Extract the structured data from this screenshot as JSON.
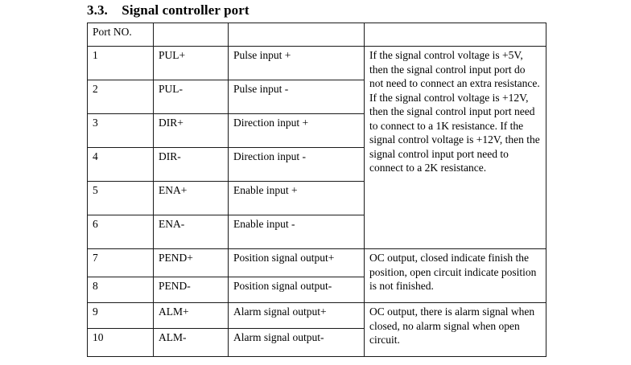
{
  "heading": {
    "number": "3.3.",
    "title": "Signal controller port",
    "full": "3.3.    Signal controller port"
  },
  "table": {
    "headers": [
      "Port NO.",
      "",
      "",
      ""
    ],
    "rows": [
      {
        "no": "1",
        "signal": "PUL+",
        "description": "Pulse input +"
      },
      {
        "no": "2",
        "signal": "PUL-",
        "description": "Pulse input -"
      },
      {
        "no": "3",
        "signal": "DIR+",
        "description": "Direction input +"
      },
      {
        "no": "4",
        "signal": "DIR-",
        "description": "Direction input -"
      },
      {
        "no": "5",
        "signal": "ENA+",
        "description": "Enable input +"
      },
      {
        "no": "6",
        "signal": "ENA-",
        "description": "Enable input -"
      },
      {
        "no": "7",
        "signal": "PEND+",
        "description": "Position signal output+"
      },
      {
        "no": "8",
        "signal": "PEND-",
        "description": "Position signal output-"
      },
      {
        "no": "9",
        "signal": "ALM+",
        "description": "Alarm signal output+"
      },
      {
        "no": "10",
        "signal": "ALM-",
        "description": "Alarm signal output-"
      }
    ],
    "notes": [
      "If the signal control voltage is +5V, then the signal control input port do not need to connect an extra resistance. If the signal control voltage is +12V, then the signal control input port need to connect to a 1K resistance. If the signal control voltage is +12V, then the signal control input port need to connect to a 2K resistance.",
      "OC output, closed indicate finish the position, open circuit indicate position is not finished.",
      "OC output, there is alarm signal when closed, no alarm signal when open circuit."
    ]
  },
  "colors": {
    "page_background": "#ffffff",
    "text": "#000000",
    "border": "#1a1a1a"
  }
}
